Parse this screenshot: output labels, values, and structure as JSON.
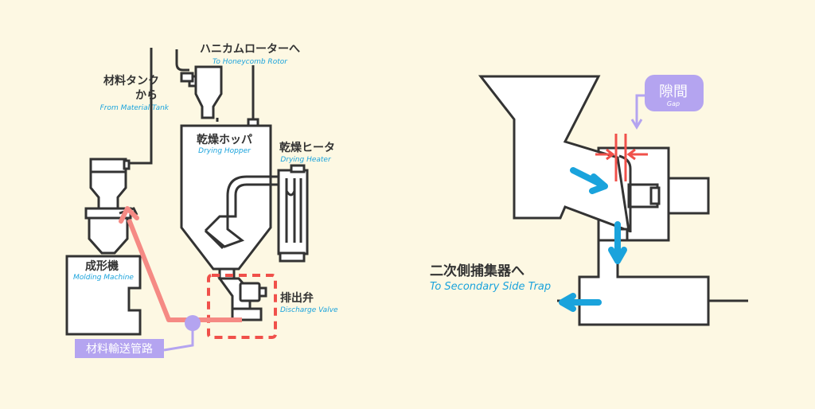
{
  "left_diagram": {
    "to_rotor": {
      "jp": "ハニカムローターへ",
      "en": "To Honeycomb Rotor"
    },
    "from_tank": {
      "jp_line1": "材料タンク",
      "jp_line2": "から",
      "en": "From Material Tank"
    },
    "hopper": {
      "jp": "乾燥ホッパ",
      "en": "Drying Hopper"
    },
    "heater": {
      "jp": "乾燥ヒータ",
      "en": "Drying Heater"
    },
    "molding": {
      "jp": "成形機",
      "en": "Molding Machine"
    },
    "valve": {
      "jp": "排出弁",
      "en": "Discharge Valve"
    },
    "conveyor": {
      "jp": "材料輸送管路"
    }
  },
  "right_diagram": {
    "gap": {
      "jp": "隙間",
      "en": "Gap"
    },
    "secondary": {
      "jp": "二次側捕集器へ",
      "en": "To Secondary Side Trap"
    }
  },
  "colors": {
    "background": "#fdf8e3",
    "outline": "#333333",
    "material_flow": "#f58a84",
    "air_flow": "#1aa3dc",
    "label_purple": "#b4a4f0",
    "highlight_red": "#f0504a"
  }
}
